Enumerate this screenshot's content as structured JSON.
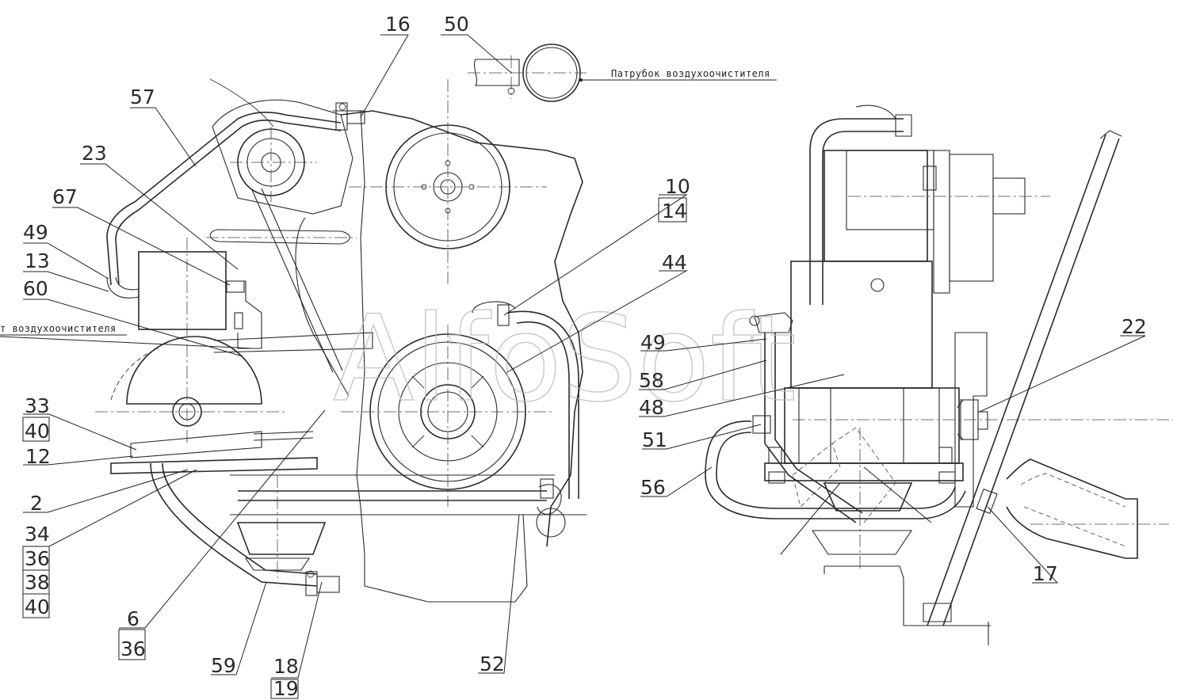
{
  "watermark": "AlfoSoft",
  "notes": {
    "air_intake_pipe": "Патрубок воздухоочистителя",
    "air_cleaner_cut": "т воздухоочистителя"
  },
  "callouts": {
    "c16": "16",
    "c50": "50",
    "c57": "57",
    "c23": "23",
    "c67": "67",
    "c49a": "49",
    "c13": "13",
    "c60": "60",
    "c33": "33",
    "c40a": "40",
    "c12": "12",
    "c2": "2",
    "c34": "34",
    "c36a": "36",
    "c38": "38",
    "c40b": "40",
    "c6": "6",
    "c36b": "36",
    "c59": "59",
    "c18": "18",
    "c19": "19",
    "c52": "52",
    "c10": "10",
    "c14": "14",
    "c44": "44",
    "c49b": "49",
    "c58": "58",
    "c48": "48",
    "c51": "51",
    "c56": "56",
    "c22": "22",
    "c17": "17"
  }
}
